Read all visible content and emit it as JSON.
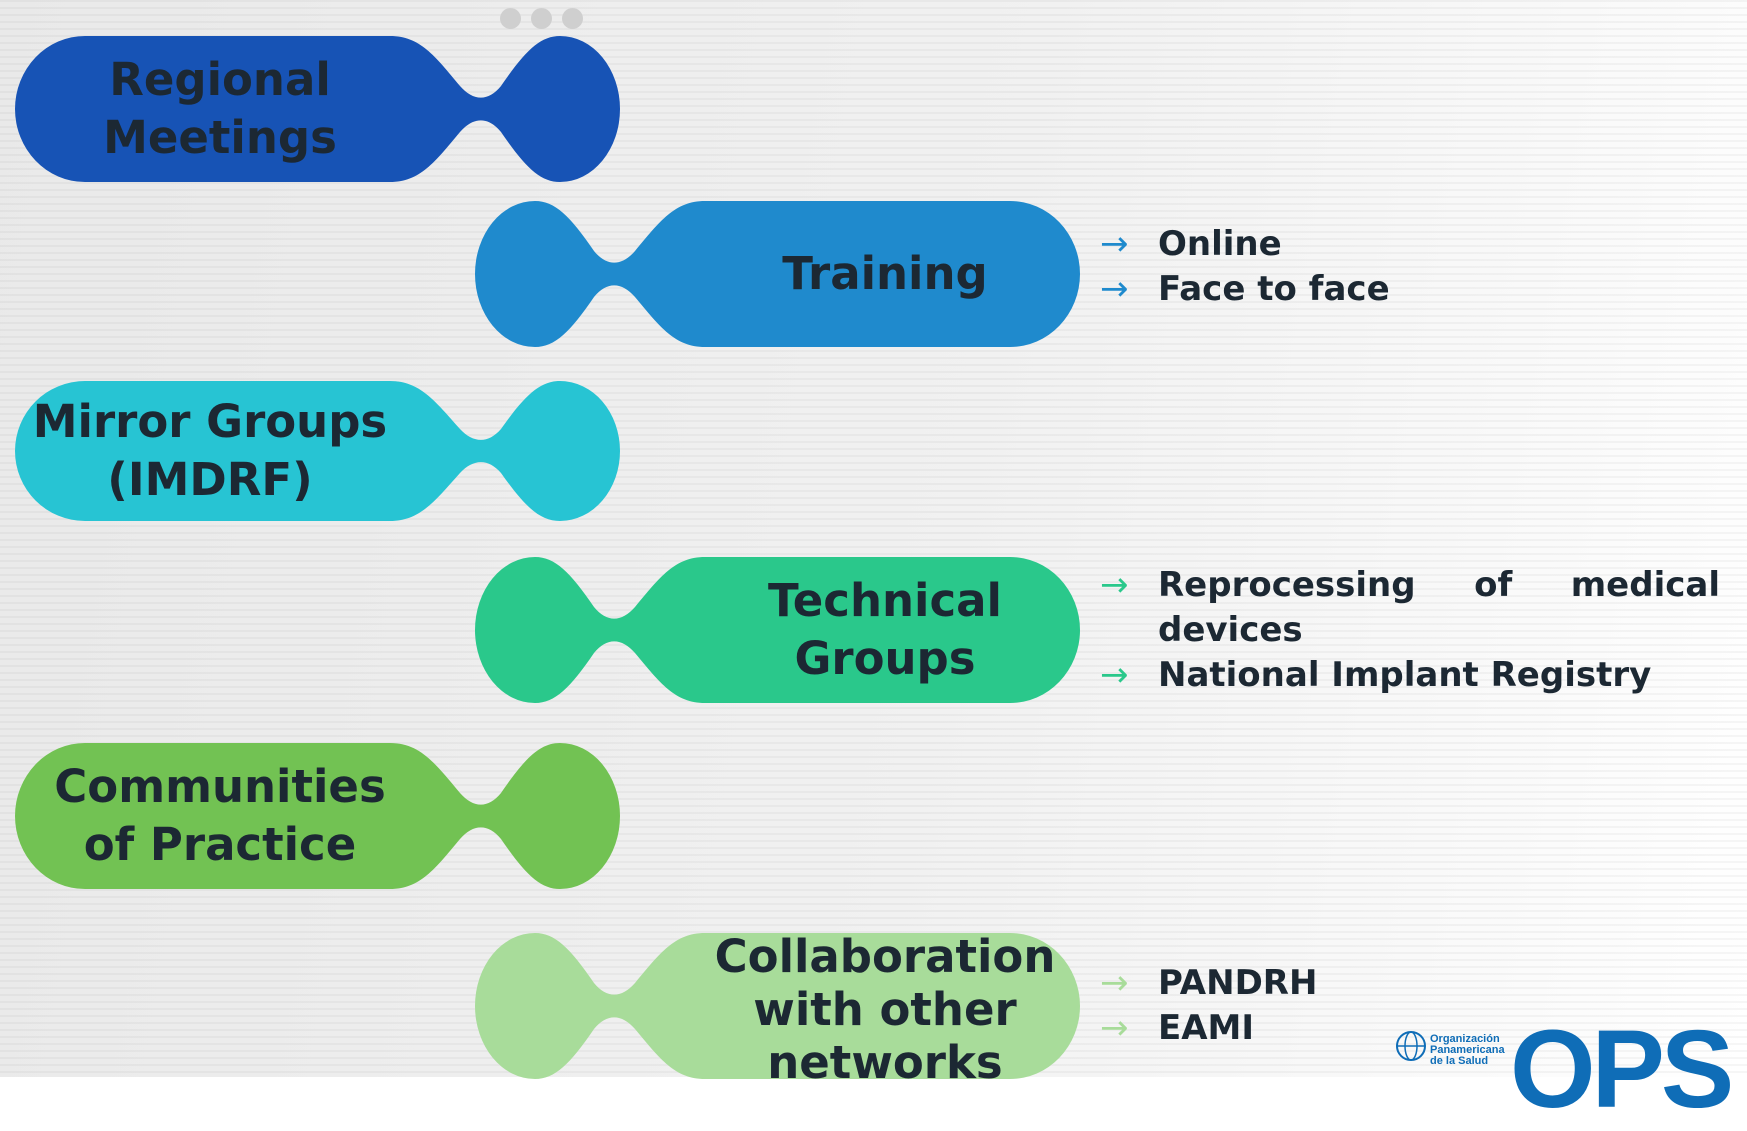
{
  "nodes": [
    {
      "id": "regional",
      "label": "Regional\nMeetings",
      "color": "#1753b5"
    },
    {
      "id": "training",
      "label": "Training",
      "color": "#1f8acd"
    },
    {
      "id": "mirror",
      "label": "Mirror Groups\n(IMDRF)",
      "color": "#27c4d3"
    },
    {
      "id": "technical",
      "label": "Technical\nGroups",
      "color": "#2ac88b"
    },
    {
      "id": "communities",
      "label": "Communities\nof Practice",
      "color": "#72c253"
    },
    {
      "id": "collaboration",
      "label": "Collaboration\nwith other\nnetworks",
      "color": "#a8dc9a"
    }
  ],
  "lists": {
    "training": {
      "arrow_color": "#1f8acd",
      "items": [
        "Online",
        "Face to face"
      ]
    },
    "technical": {
      "arrow_color": "#2ac88b",
      "items": [
        "Reprocessing of medical devices",
        "National Implant Registry"
      ]
    },
    "collaboration": {
      "arrow_color": "#a8dc9a",
      "items": [
        "PANDRH",
        "EAMI"
      ]
    }
  },
  "arrow_glyph": "→",
  "logo": {
    "org_lines": [
      "Organización",
      "Panamericana",
      "de la Salud"
    ],
    "acronym": "OPS",
    "color": "#0f6db7"
  }
}
